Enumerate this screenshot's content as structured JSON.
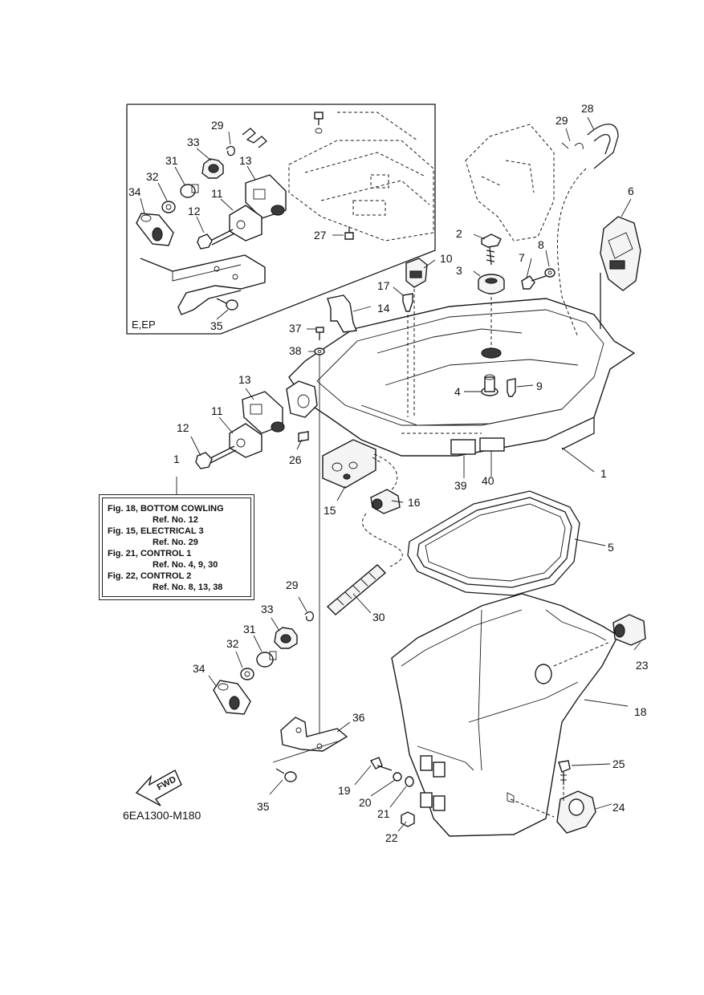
{
  "diagram": {
    "code": "6EA1300-M180",
    "inset_label": "E,EP",
    "fwd_label": "FWD",
    "callouts": {
      "c1": "1",
      "c1b": "1",
      "c2": "2",
      "c3": "3",
      "c4": "4",
      "c5": "5",
      "c6": "6",
      "c7": "7",
      "c8": "8",
      "c9": "9",
      "c10": "10",
      "c11": "11",
      "c11i": "11",
      "c12": "12",
      "c12i": "12",
      "c13": "13",
      "c13i": "13",
      "c14": "14",
      "c15": "15",
      "c16": "16",
      "c17": "17",
      "c18": "18",
      "c19": "19",
      "c20": "20",
      "c21": "21",
      "c22": "22",
      "c23": "23",
      "c24": "24",
      "c25": "25",
      "c26": "26",
      "c27": "27",
      "c28": "28",
      "c29": "29",
      "c29i": "29",
      "c29b": "29",
      "c30": "30",
      "c31": "31",
      "c31i": "31",
      "c32": "32",
      "c32i": "32",
      "c33": "33",
      "c33i": "33",
      "c34": "34",
      "c34i": "34",
      "c35": "35",
      "c35i": "35",
      "c36": "36",
      "c37": "37",
      "c38": "38",
      "c39": "39",
      "c40": "40"
    },
    "reference_note": {
      "lines": [
        {
          "fig": "Fig. 18, BOTTOM COWLING",
          "ref": "Ref. No. 12"
        },
        {
          "fig": "Fig. 15, ELECTRICAL 3",
          "ref": "Ref. No. 29"
        },
        {
          "fig": "Fig. 21, CONTROL 1",
          "ref": "Ref. No. 4, 9, 30"
        },
        {
          "fig": "Fig. 22, CONTROL 2",
          "ref": "Ref. No. 8, 13, 38"
        }
      ]
    }
  }
}
